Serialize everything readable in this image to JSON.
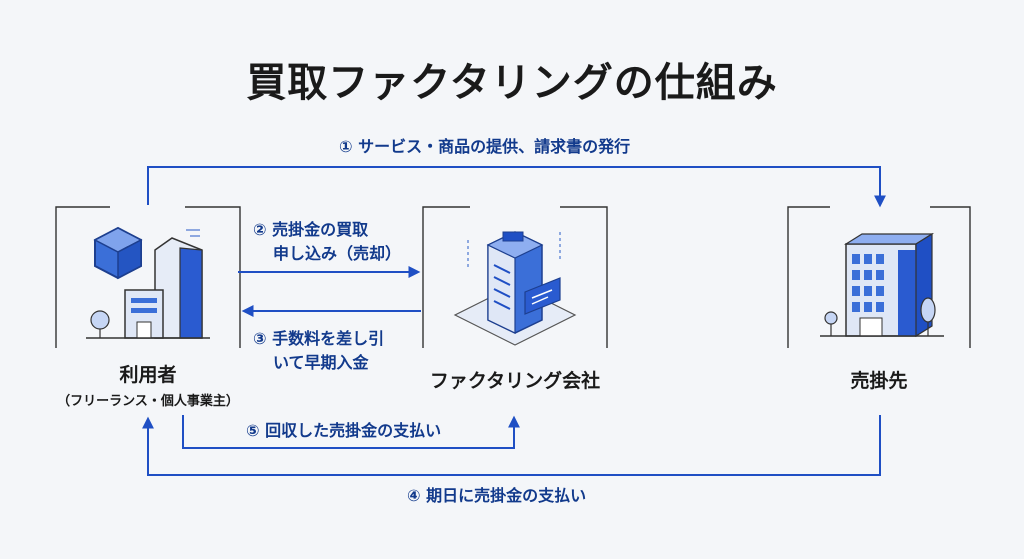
{
  "title": "買取ファクタリングの仕組み",
  "nodes": {
    "user": {
      "name": "利用者",
      "sub": "（フリーランス・個人事業主）"
    },
    "factoring": {
      "name": "ファクタリング会社"
    },
    "debtor": {
      "name": "売掛先"
    }
  },
  "flows": {
    "step1": "① サービス・商品の提供、請求書の発行",
    "step2": [
      "② 売掛金の買取",
      "申し込み（売却）"
    ],
    "step3": [
      "③ 手数料を差し引",
      "いて早期入金"
    ],
    "step4": "④ 期日に売掛金の支払い",
    "step5": "⑤ 回収した売掛金の支払い"
  },
  "colors": {
    "accent": "#1f4fc4",
    "label": "#123a8c",
    "frame": "#333333"
  }
}
